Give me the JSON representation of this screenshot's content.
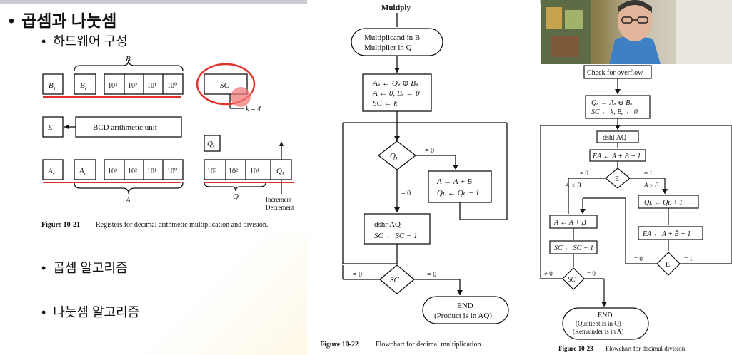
{
  "slide": {
    "title": "곱셈과 나눗셈",
    "subtitle": "하드웨어 구성",
    "bullet_mult": "곱셈 알고리즘",
    "bullet_div": "나눗셈 알고리즘",
    "bullet_symbol": "•"
  },
  "fig21": {
    "reg_bs": "B",
    "reg_bs_sub": "s",
    "reg_be": "B",
    "reg_be_sub": "e",
    "reg_b_label": "B",
    "digits": [
      "10³",
      "10²",
      "10¹",
      "10⁰"
    ],
    "sc": "SC",
    "k_label": "k = 4",
    "e": "E",
    "bcd_unit": "BCD arithmetic unit",
    "qs": "Q",
    "qs_sub": "s",
    "as": "A",
    "as_sub": "s",
    "ae": "A",
    "ae_sub": "e",
    "q_digits": [
      "10³",
      "10²",
      "10¹"
    ],
    "ql": "Q",
    "ql_sub": "L",
    "a_label": "A",
    "q_label": "Q",
    "increment": "Increment",
    "decrement": "Decrement",
    "caption_num": "Figure 10-21",
    "caption_text": "Registers for decimal arithmetic multiplication and division."
  },
  "fig22": {
    "start": "Multiply",
    "load1": "Multiplicand in B",
    "load2": "Multiplier in Q",
    "init1": "Aₛ ← Qₛ ⊕ Bₛ",
    "init2": "A ← 0, Bₑ ← 0",
    "init3": "SC ← k",
    "decision_ql": "Q",
    "decision_ql_sub": "L",
    "ne0": "≠ 0",
    "eq0": "= 0",
    "op1": "A ← A + B",
    "op2": "Qʟ ← Qʟ − 1",
    "shift1": "dshr AQ",
    "shift2": "SC ← SC − 1",
    "decision_sc": "SC",
    "ne0b": "≠ 0",
    "eq0b": "= 0",
    "end1": "END",
    "end2": "(Product is in AQ)",
    "caption_num": "Figure 10-22",
    "caption_text": "Flowchart for decimal multiplication."
  },
  "fig23": {
    "overflow": "Check for overflow",
    "init1": "Qₛ ← Aₛ ⊕ Bₛ",
    "init2": "SC ← k, Bₑ ← 0",
    "shift": "dshl AQ",
    "sub1": "EA ← A + B̄ + 1",
    "decision_e": "E",
    "eq0": "= 0",
    "eq1": "= 1",
    "a_lt_b": "A < B",
    "a_ge_b": "A ≥ B",
    "restore": "A ← A + B",
    "ql_inc": "Qʟ ← Qʟ + 1",
    "sc_dec": "SC ← SC − 1",
    "sub2": "EA ← A + B̄ + 1",
    "decision_e2": "E",
    "eq0b": "= 0",
    "eq1b": "= 1",
    "decision_sc": "SC",
    "ne0": "≠ 0",
    "eq0c": "= 0",
    "end1": "END",
    "end2": "(Quotient is in Q)",
    "end3": "(Remainder is in A)",
    "caption_num": "Figure 10-23",
    "caption_text": "Flowchart for decimal division."
  },
  "webcam": {
    "description_icon": "presenter-video"
  }
}
